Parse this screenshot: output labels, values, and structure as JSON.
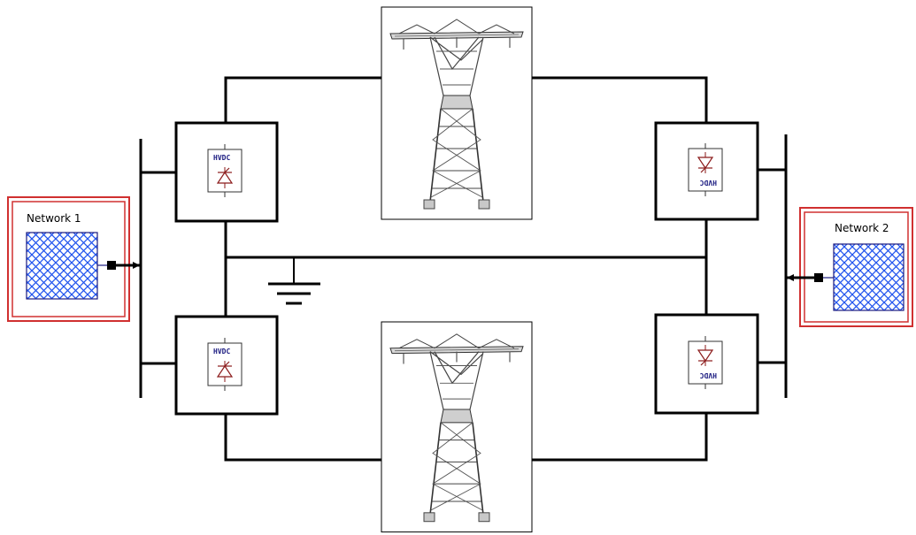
{
  "networks": [
    {
      "id": "network-1",
      "label": "Network 1"
    },
    {
      "id": "network-2",
      "label": "Network 2"
    }
  ],
  "converters": [
    {
      "id": "converter-top-left",
      "label": "HVDC"
    },
    {
      "id": "converter-bottom-left",
      "label": "HVDC"
    },
    {
      "id": "converter-top-right",
      "label": "HVDC"
    },
    {
      "id": "converter-bottom-right",
      "label": "HVDC"
    }
  ],
  "icons": {
    "tower": "transmission-tower-icon",
    "ground": "ground-symbol-icon",
    "grid": "network-grid-icon",
    "thyristor": "thyristor-valve-icon"
  },
  "colors": {
    "network_border": "#d03030",
    "grid_fill": "#3366ff",
    "grid_line": "#1a1a80",
    "valve": "#8b1a1a",
    "line": "#000000"
  }
}
